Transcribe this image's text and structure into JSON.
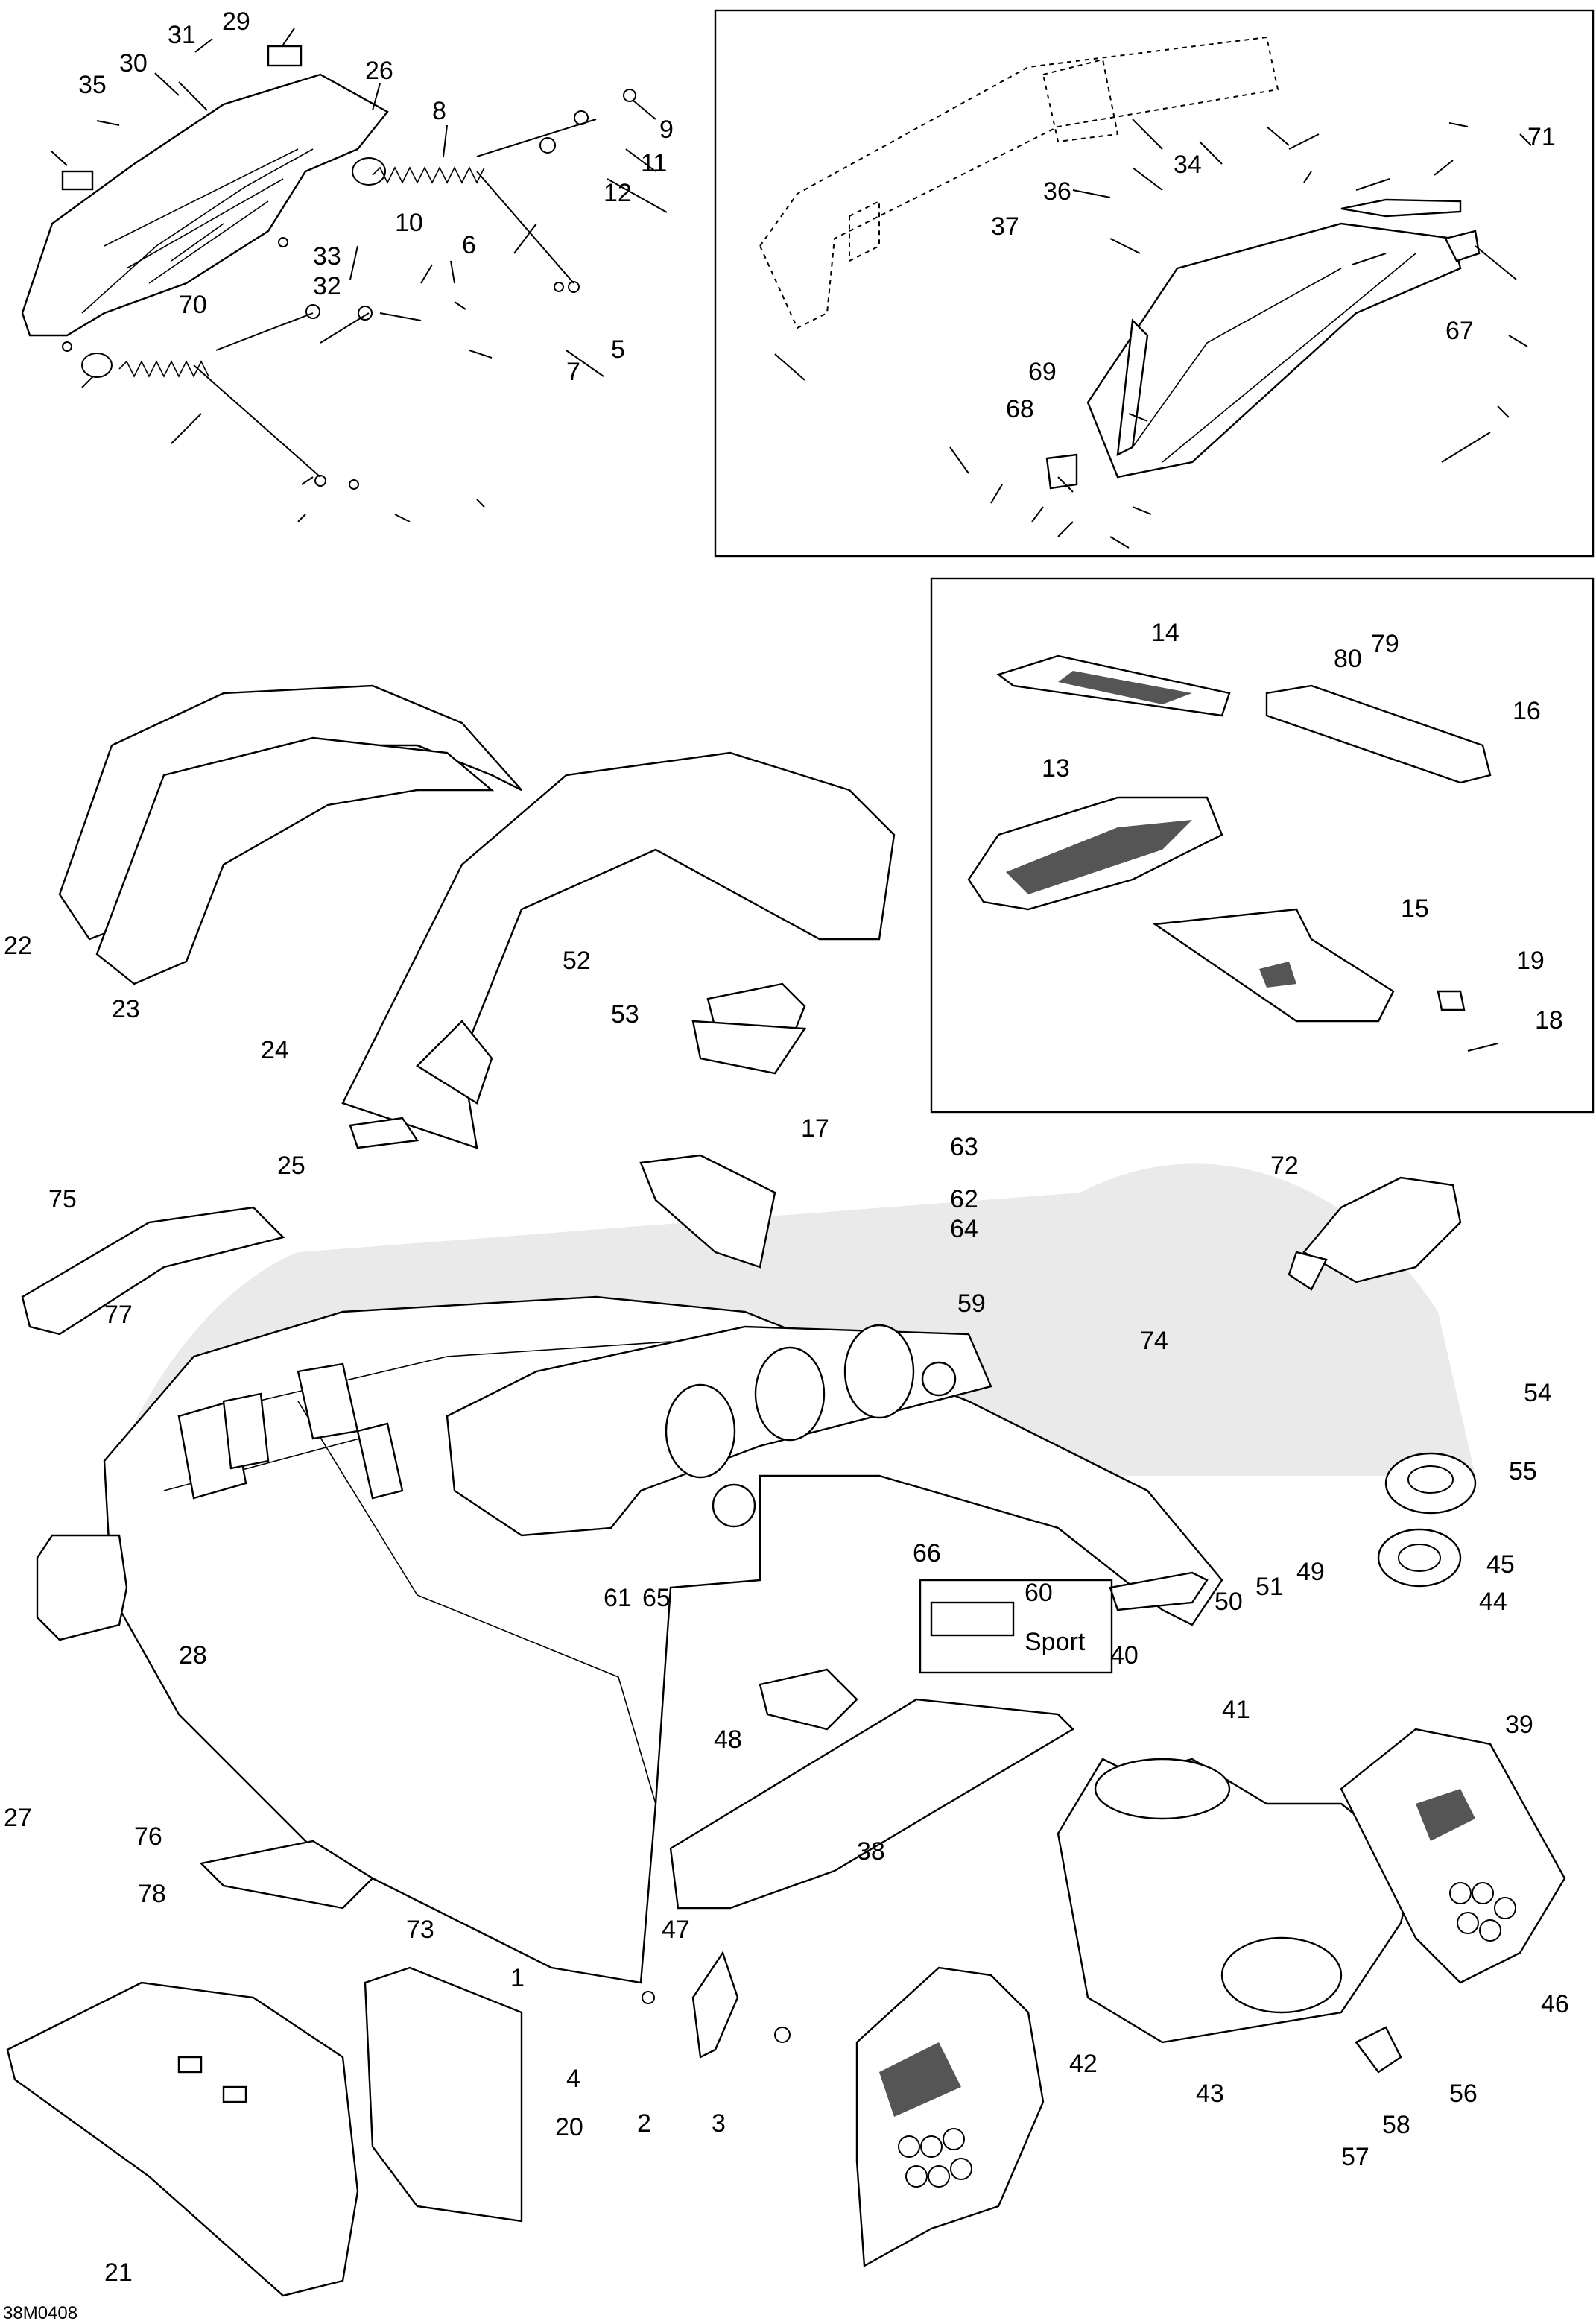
{
  "figure_code": "38M0408",
  "badge_text": "Sport",
  "callouts": [
    "1",
    "2",
    "3",
    "4",
    "5",
    "6",
    "7",
    "8",
    "9",
    "10",
    "11",
    "12",
    "13",
    "14",
    "15",
    "16",
    "17",
    "18",
    "19",
    "20",
    "21",
    "22",
    "23",
    "24",
    "25",
    "26",
    "27",
    "28",
    "29",
    "30",
    "31",
    "32",
    "33",
    "34",
    "35",
    "36",
    "37",
    "38",
    "39",
    "40",
    "41",
    "42",
    "43",
    "44",
    "45",
    "46",
    "47",
    "48",
    "49",
    "50",
    "51",
    "52",
    "53",
    "54",
    "55",
    "56",
    "57",
    "58",
    "59",
    "60",
    "61",
    "62",
    "63",
    "64",
    "65",
    "66",
    "67",
    "68",
    "69",
    "70",
    "71",
    "72",
    "73",
    "74",
    "75",
    "76",
    "77",
    "78",
    "79",
    "80"
  ]
}
